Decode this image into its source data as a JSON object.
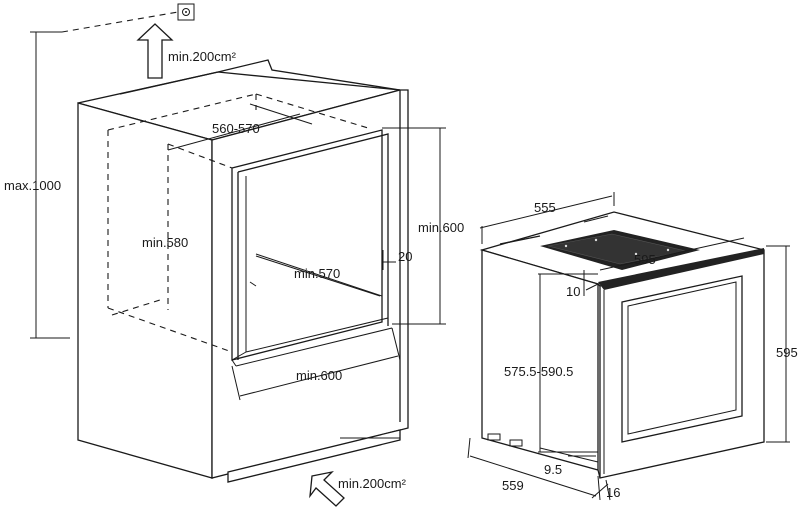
{
  "labels": {
    "vent_top": "min.200cm²",
    "vent_bottom": "min.200cm²",
    "max_height": "max.1000",
    "niche_width": "560-570",
    "niche_height": "min.580",
    "niche_depth": "min.570",
    "cabinet_depth": "min.600",
    "cabinet_front_width": "min.600",
    "side_gap": "20",
    "appliance_depth_top": "555",
    "appliance_width": "595",
    "appliance_height": "595",
    "appliance_body_height": "575.5-590.5",
    "front_offset": "10",
    "bottom_offset": "9.5",
    "appliance_depth_bottom": "559",
    "door_thickness": "16"
  }
}
